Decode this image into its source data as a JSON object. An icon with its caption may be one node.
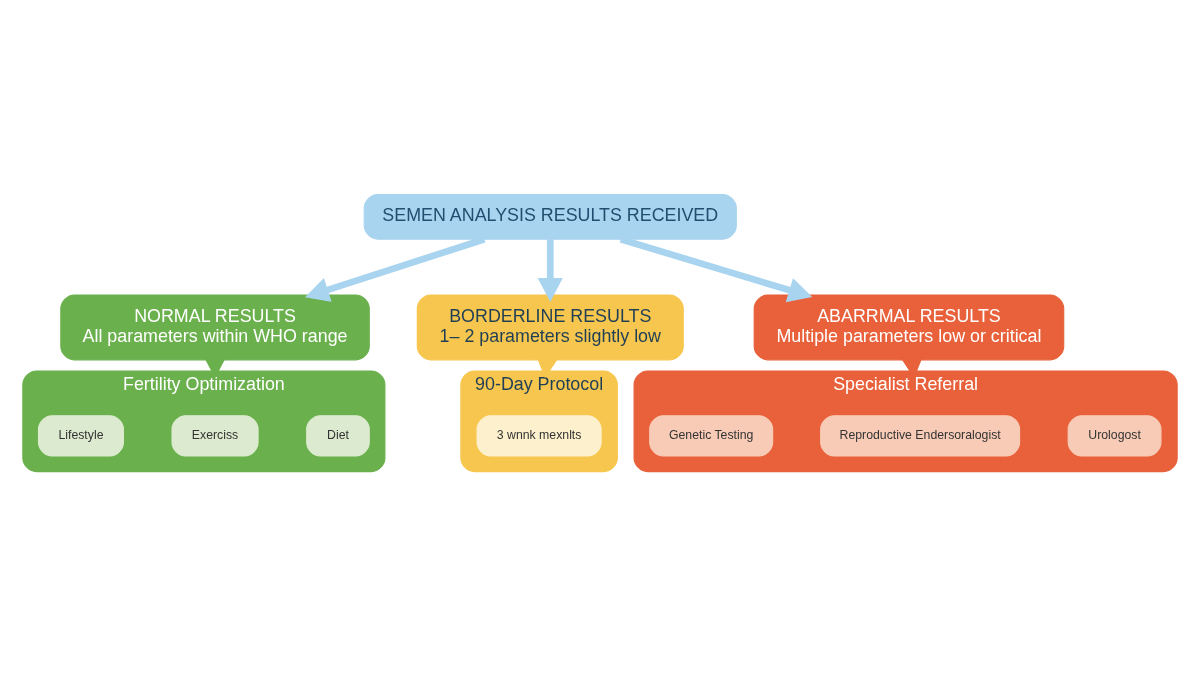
{
  "diagram": {
    "nodes": [
      {
        "text": [
          "SEMEN ANALYSIS RESULTS RECEIVED"
        ]
      },
      {
        "text": [
          "NORMAL RESULTS",
          "All parameters within WHO range"
        ]
      },
      {
        "text": [
          "BORDERLINE RESULTS",
          "1– 2 parameters slightly low"
        ]
      },
      {
        "text": [
          "ABARRMAL RESULTS",
          "Multiple parameters low or critical"
        ]
      },
      {
        "text": [
          "Fertility Optimization"
        ]
      },
      {
        "text": [
          "Diet"
        ],
        "in": 4
      },
      {
        "text": [
          "Exerciss"
        ],
        "in": 4
      },
      {
        "text": [
          "Lifestyle"
        ],
        "in": 4
      },
      {
        "text": [
          "90-Day Protocol"
        ]
      },
      {
        "text": [
          "3 wnnk mexnlts"
        ],
        "in": 8
      },
      {
        "text": [
          "Specialist Referral"
        ]
      },
      {
        "text": [
          "Urologost"
        ],
        "in": 10
      },
      {
        "text": [
          "Reproductive Endersoralogist"
        ],
        "in": 10
      },
      {
        "text": [
          "Genetic Testing"
        ],
        "in": 10
      }
    ],
    "edges": [
      {
        "from": 0,
        "to": 1,
        "arrow": "to",
        "color": "#a9d4ef"
      },
      {
        "from": 0,
        "to": 2,
        "arrow": "to",
        "color": "#a9d4ef"
      },
      {
        "from": 0,
        "to": 3,
        "arrow": "to",
        "color": "#a9d4ef"
      },
      {
        "from": 1,
        "to": 4,
        "arrow": "to",
        "color": "#6ab04c"
      },
      {
        "from": 2,
        "to": 8,
        "arrow": "to",
        "color": "#f7c64e"
      },
      {
        "from": 3,
        "to": 10,
        "arrow": "to",
        "color": "#e8613a"
      }
    ]
  }
}
